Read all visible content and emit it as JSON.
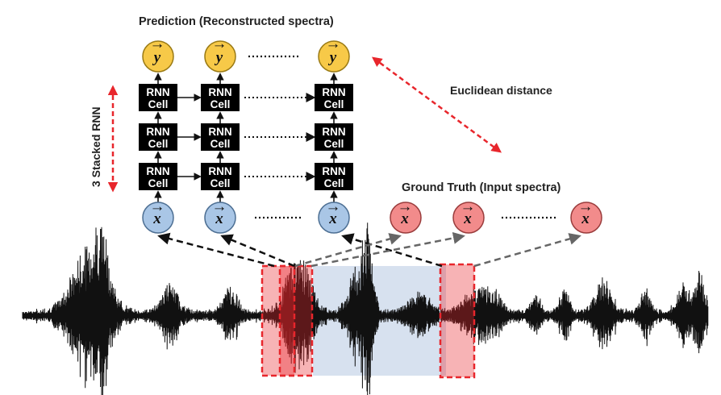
{
  "titles": {
    "prediction": "Prediction (Reconstructed spectra)",
    "ground_truth": "Ground Truth (Input spectra)",
    "distance": "Euclidean distance",
    "stacked": "3 Stacked RNN"
  },
  "cell": {
    "line1": "RNN",
    "line2": "Cell"
  },
  "symbols": {
    "output": "y",
    "input": "x",
    "vector_arrow": "→"
  },
  "colors": {
    "output_node": "#f7c948",
    "input_node_blue": "#a9c6e6",
    "input_node_red": "#f28b8b",
    "cell": "#000000",
    "highlight_red": "#e8262c",
    "window_fill": "#c9d7ea",
    "waveform": "#111111"
  }
}
